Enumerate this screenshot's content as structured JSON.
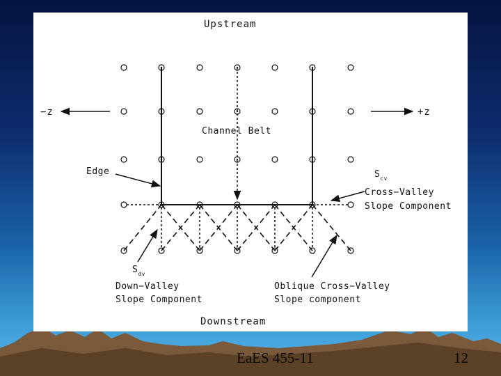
{
  "figure": {
    "top_label": "Upstream",
    "bottom_label": "Downstream",
    "left_axis": "−z",
    "right_axis": "+z",
    "channel_label": "Channel Belt",
    "edge_label": "Edge",
    "s_cv": {
      "base": "S",
      "sub": "cv"
    },
    "cross_valley": {
      "line1": "Cross−Valley",
      "line2": "Slope Component"
    },
    "s_dv": {
      "base": "S",
      "sub": "dv"
    },
    "down_valley": {
      "line1": "Down−Valley",
      "line2": "Slope Component"
    },
    "oblique": {
      "line1": "Oblique Cross−Valley",
      "line2": "Slope component"
    }
  },
  "footer": {
    "course": "EaES 455-11",
    "page_number": "12"
  },
  "colors": {
    "panel": "#ffffff",
    "ink": "#111111",
    "sky_top": "#05143f",
    "sky_bottom": "#58b6e8",
    "mountain": "#7a5a3a"
  }
}
